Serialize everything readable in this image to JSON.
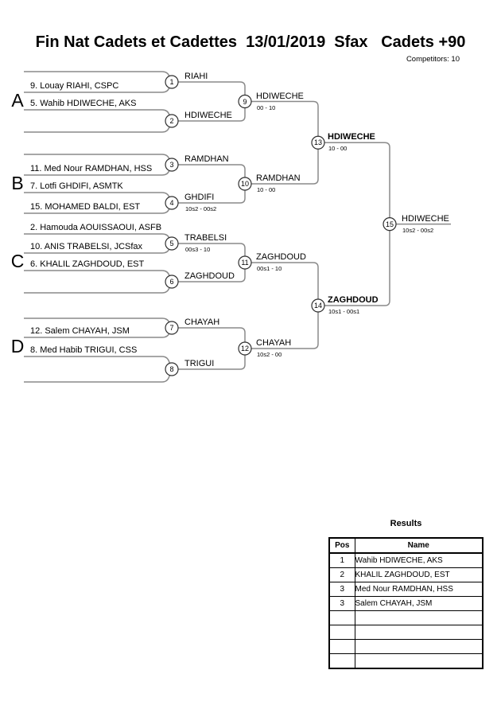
{
  "header": {
    "title": "Fin Nat Cadets et Cadettes  13/01/2019  Sfax   Cadets +90",
    "competitors_label": "Competitors: 10"
  },
  "groups": [
    {
      "letter": "A",
      "slots": [
        "",
        "9. Louay RIAHI, CSPC",
        "5. Wahib HDIWECHE, AKS",
        ""
      ]
    },
    {
      "letter": "B",
      "slots": [
        "",
        "11. Med Nour RAMDHAN, HSS",
        "7. Lotfi GHDIFI, ASMTK",
        "15. MOHAMED BALDI, EST"
      ]
    },
    {
      "letter": "C",
      "slots": [
        "2. Hamouda AOUISSAOUI, ASFB",
        "10. ANIS TRABELSI, JCSfax",
        "6. KHALIL ZAGHDOUD, EST",
        ""
      ]
    },
    {
      "letter": "D",
      "slots": [
        "",
        "12. Salem CHAYAH, JSM",
        "8. Med Habib TRIGUI, CSS",
        ""
      ]
    }
  ],
  "matches": {
    "round1": [
      {
        "number": "1",
        "winner": "RIAHI",
        "score": ""
      },
      {
        "number": "2",
        "winner": "HDIWECHE",
        "score": ""
      },
      {
        "number": "3",
        "winner": "RAMDHAN",
        "score": ""
      },
      {
        "number": "4",
        "winner": "GHDIFI",
        "score": "10s2 - 00s2"
      },
      {
        "number": "5",
        "winner": "TRABELSI",
        "score": "00s3 - 10"
      },
      {
        "number": "6",
        "winner": "ZAGHDOUD",
        "score": ""
      },
      {
        "number": "7",
        "winner": "CHAYAH",
        "score": ""
      },
      {
        "number": "8",
        "winner": "TRIGUI",
        "score": ""
      }
    ],
    "round2": [
      {
        "number": "9",
        "winner": "HDIWECHE",
        "score": "00 - 10"
      },
      {
        "number": "10",
        "winner": "RAMDHAN",
        "score": "10 - 00"
      },
      {
        "number": "11",
        "winner": "ZAGHDOUD",
        "score": "00s1 - 10"
      },
      {
        "number": "12",
        "winner": "CHAYAH",
        "score": "10s2 - 00"
      }
    ],
    "semifinals": [
      {
        "number": "13",
        "winner": "HDIWECHE",
        "score": "10 - 00",
        "bold": true
      },
      {
        "number": "14",
        "winner": "ZAGHDOUD",
        "score": "10s1 - 00s1",
        "bold": true
      }
    ],
    "final": [
      {
        "number": "15",
        "winner": "HDIWECHE",
        "score": "10s2 - 00s2"
      }
    ]
  },
  "results": {
    "title": "Results",
    "columns": [
      "Pos",
      "Name"
    ],
    "rows": [
      {
        "pos": "1",
        "name": "Wahib HDIWECHE, AKS"
      },
      {
        "pos": "2",
        "name": "KHALIL ZAGHDOUD, EST"
      },
      {
        "pos": "3",
        "name": "Med Nour RAMDHAN, HSS"
      },
      {
        "pos": "3",
        "name": "Salem CHAYAH, JSM"
      },
      {
        "pos": "",
        "name": ""
      },
      {
        "pos": "",
        "name": ""
      },
      {
        "pos": "",
        "name": ""
      },
      {
        "pos": "",
        "name": ""
      }
    ]
  },
  "colors": {
    "line": "#8a8a8a",
    "circle_stroke": "#2e2e2e",
    "text": "#000000"
  }
}
